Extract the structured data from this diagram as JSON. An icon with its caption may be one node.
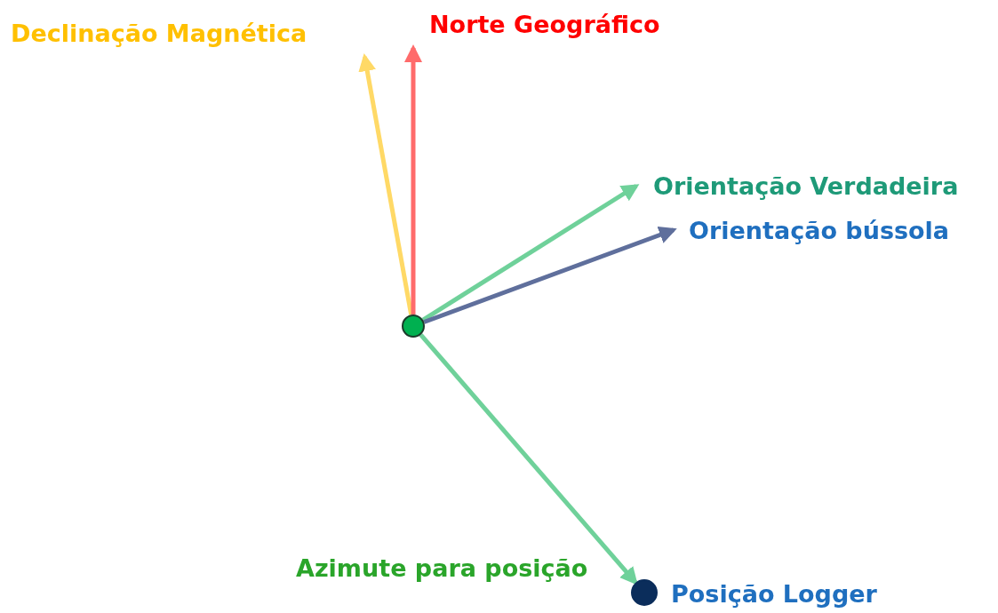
{
  "diagram": {
    "nodes": [
      {
        "text": [],
        "shape": "circle"
      },
      {
        "text": [
          "Declinação Magnética"
        ]
      },
      {
        "text": [
          "Norte Geográfico"
        ]
      },
      {
        "text": [
          "Orientação Verdadeira"
        ]
      },
      {
        "text": [
          "Orientação bússola"
        ]
      },
      {
        "text": [],
        "shape": "circle",
        "beside": [
          "Posição Logger"
        ]
      }
    ],
    "edges": [
      {
        "from": 0,
        "to": 1,
        "arrow": "to",
        "color": "#ffd966"
      },
      {
        "from": 0,
        "to": 2,
        "arrow": "to",
        "color": "#ff6b6b"
      },
      {
        "from": 0,
        "to": 3,
        "arrow": "to",
        "color": "#6fd19a"
      },
      {
        "from": 0,
        "to": 4,
        "arrow": "to",
        "color": "#5f6f9c"
      },
      {
        "from": 0,
        "to": 5,
        "arrow": "to",
        "color": "#6fd19a",
        "label": "Azimute para posição"
      }
    ]
  }
}
